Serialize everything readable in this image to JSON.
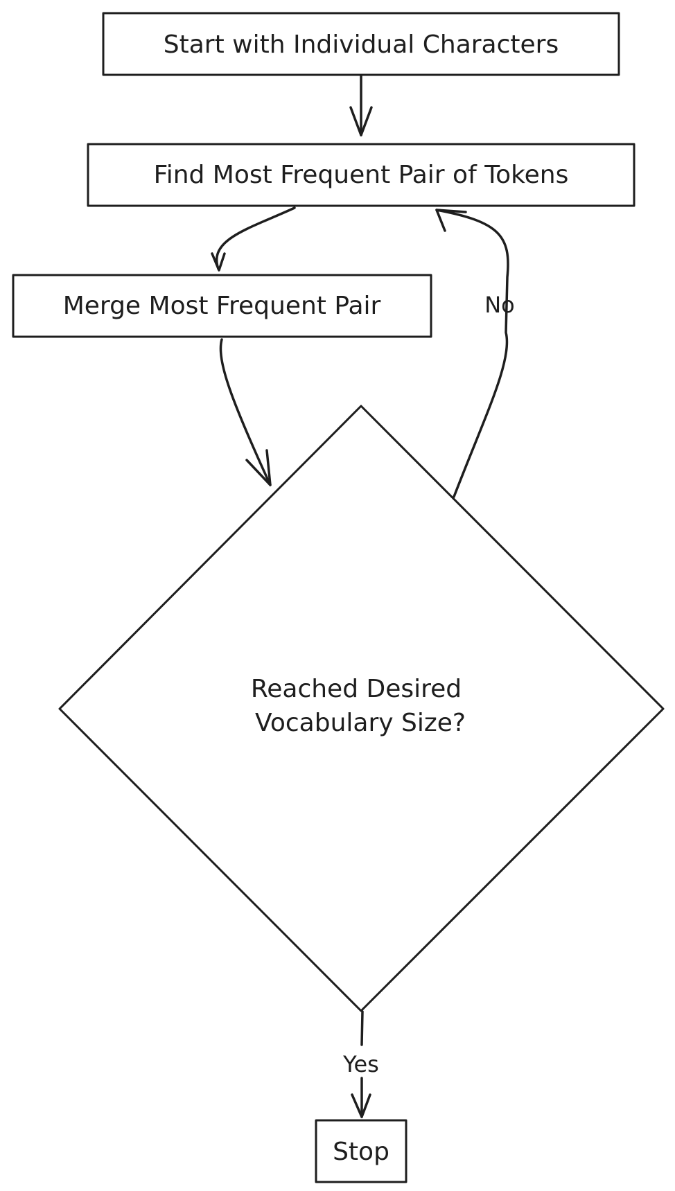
{
  "diagram": {
    "nodes": {
      "start": {
        "label": "Start with Individual Characters"
      },
      "find": {
        "label": "Find Most Frequent Pair of Tokens"
      },
      "merge": {
        "label": "Merge Most Frequent Pair"
      },
      "decision": {
        "line1": "Reached Desired",
        "line2": "Vocabulary Size?"
      },
      "stop": {
        "label": "Stop"
      }
    },
    "edges": {
      "no_label": "No",
      "yes_label": "Yes"
    },
    "colors": {
      "stroke": "#1e1e1e",
      "background": "#ffffff"
    }
  }
}
